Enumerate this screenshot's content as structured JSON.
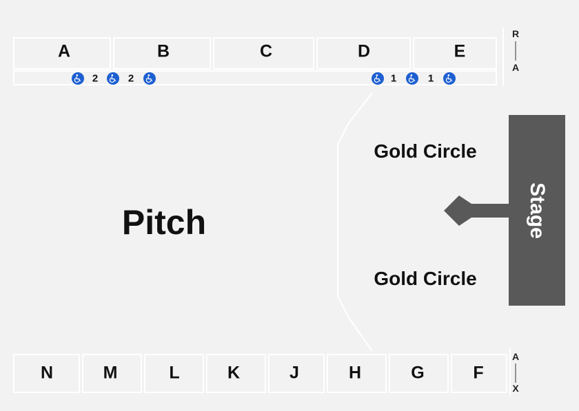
{
  "sections_top": [
    "A",
    "B",
    "C",
    "D",
    "E"
  ],
  "sections_bottom": [
    "N",
    "M",
    "L",
    "K",
    "J",
    "H",
    "G",
    "F"
  ],
  "side_labels": {
    "top": [
      "R",
      "A"
    ],
    "bottom": [
      "A",
      "X"
    ]
  },
  "accessible_left": [
    "2",
    "2"
  ],
  "accessible_right": [
    "1",
    "1"
  ],
  "pitch_label": "Pitch",
  "gold_circle": [
    "Gold Circle",
    "Gold Circle"
  ],
  "stage_label": "Stage",
  "icons": {
    "accessible": "wheelchair-icon"
  },
  "colors": {
    "stage": "#595959",
    "accessible": "#1d5fd1",
    "background": "#f2f2f2"
  }
}
